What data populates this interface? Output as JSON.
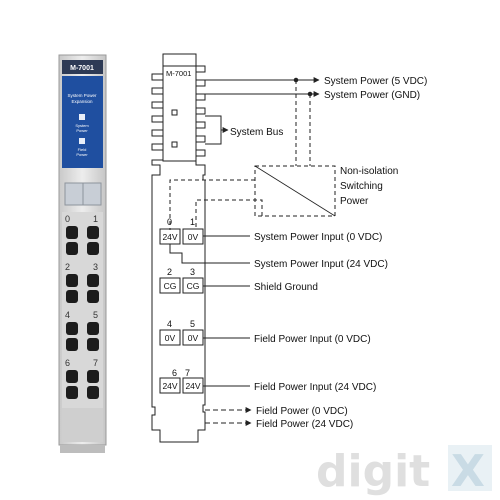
{
  "module": {
    "model": "M-7001",
    "panel_title_line1": "System Power",
    "panel_title_line2": "Expansion",
    "led_system_line1": "System",
    "led_system_line2": "Power",
    "led_field_line1": "Field",
    "led_field_line2": "Power",
    "terminal_numbers": [
      "0",
      "1",
      "2",
      "3",
      "4",
      "5",
      "6",
      "7"
    ]
  },
  "diagram": {
    "chip_label": "M-7001",
    "system_bus_label": "System Bus",
    "switching_label_line1": "Non-isolation",
    "switching_label_line2": "Switching",
    "switching_label_line3": "Power",
    "outputs": {
      "sys_power_5v": "System Power (5 VDC)",
      "sys_power_gnd": "System Power (GND)",
      "field_power_0v": "Field Power (0 VDC)",
      "field_power_24v": "Field Power (24 VDC)"
    },
    "terminals": [
      {
        "left_num": "0",
        "right_num": "1",
        "left": "24V",
        "right": "0V"
      },
      {
        "left_num": "2",
        "right_num": "3",
        "left": "CG",
        "right": "CG"
      },
      {
        "left_num": "4",
        "right_num": "5",
        "left": "0V",
        "right": "0V"
      },
      {
        "left_num": "6",
        "right_num": "7",
        "left": "24V",
        "right": "24V"
      }
    ],
    "terminal_labels": {
      "sys_in_0v": "System Power Input (0 VDC)",
      "sys_in_24v": "System Power Input (24 VDC)",
      "shield": "Shield Ground",
      "field_in_0v": "Field Power Input (0 VDC)",
      "field_in_24v": "Field Power Input (24 VDC)"
    }
  },
  "watermark": {
    "text_main": "digit",
    "text_x": "X"
  },
  "colors": {
    "module_body": "#e3e3e3",
    "module_panel": "#1f4fa0",
    "module_header": "#2d3a55",
    "terminal_hole": "#1c1c1c",
    "line": "#222222",
    "watermark": "#dcdcdc",
    "watermark_x": "#d6e4ec"
  }
}
